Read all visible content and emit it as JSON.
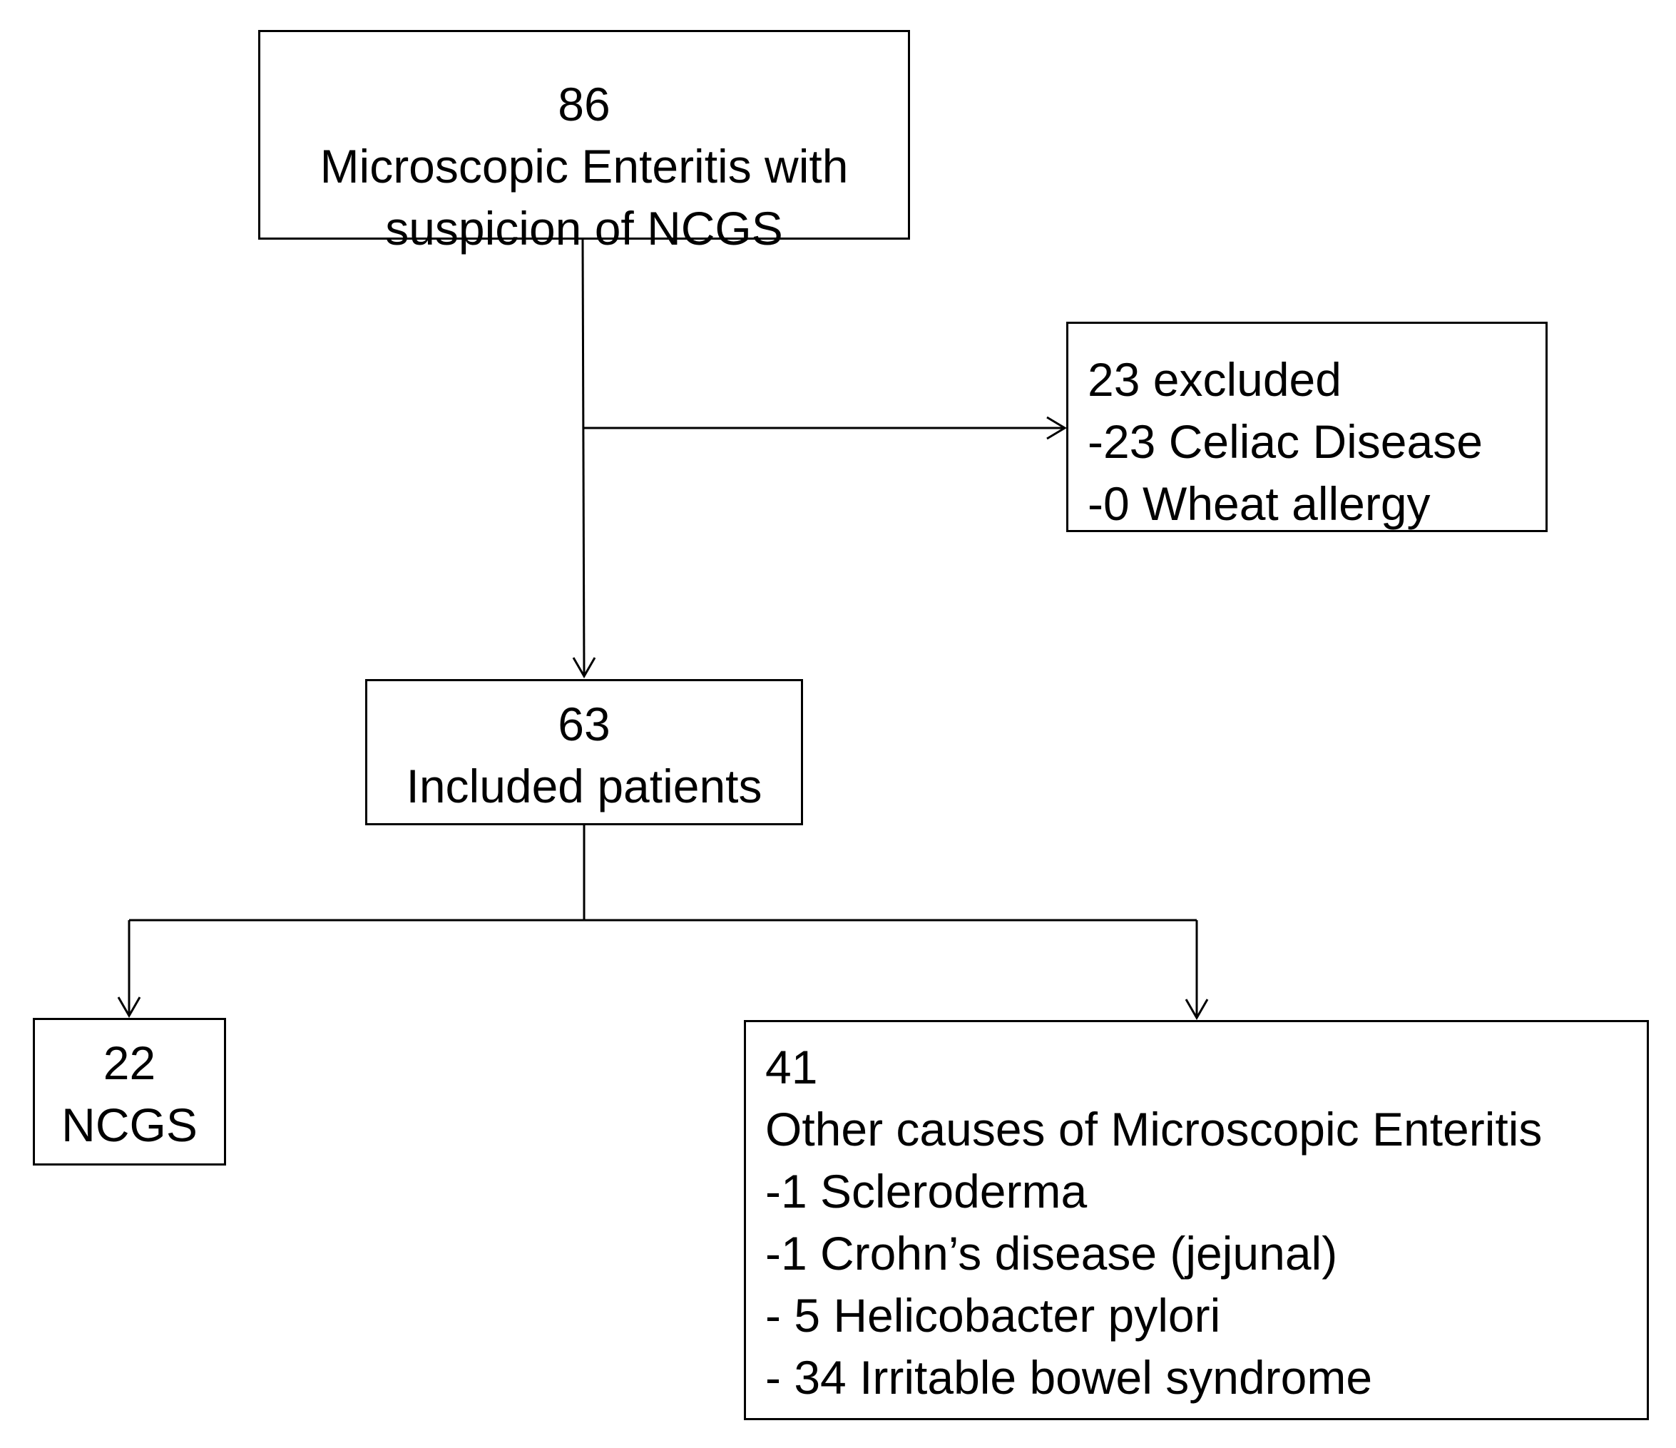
{
  "flowchart": {
    "start": {
      "count": "86",
      "lines": [
        "Microscopic Enteritis with",
        "suspicion of NCGS"
      ]
    },
    "excluded": {
      "lines": [
        "23 excluded",
        "-23 Celiac Disease",
        "-0 Wheat allergy"
      ]
    },
    "included": {
      "count": "63",
      "label": "Included patients"
    },
    "ncgs": {
      "count": "22",
      "label": "NCGS"
    },
    "other": {
      "count": "41",
      "label": "Other causes of Microscopic Enteritis",
      "items": [
        "-1 Scleroderma",
        "-1 Crohn’s disease (jejunal)",
        "- 5 Helicobacter pylori",
        "- 34 Irritable bowel syndrome"
      ]
    }
  }
}
